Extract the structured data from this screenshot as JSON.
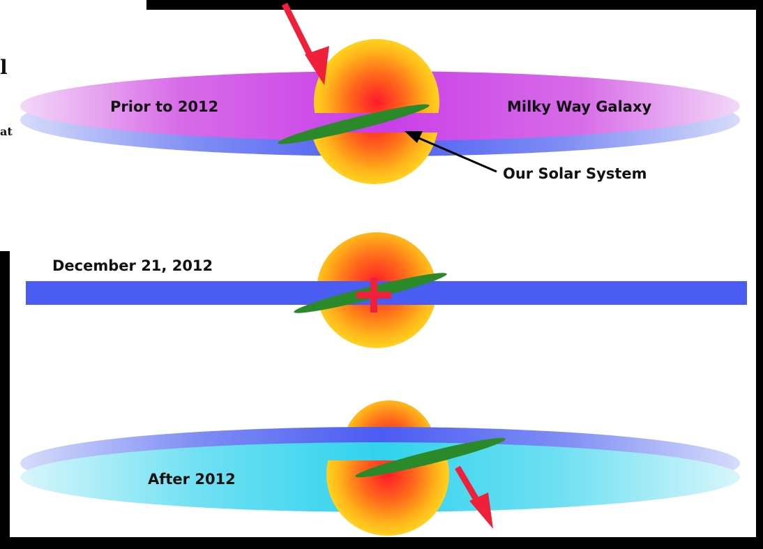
{
  "diagram": {
    "labels": {
      "prior": "Prior to 2012",
      "galaxy": "Milky Way Galaxy",
      "solar_system": "Our Solar System",
      "december": "December 21, 2012",
      "after": "After 2012"
    },
    "cropped_text_fragments": [
      "l",
      "at"
    ]
  },
  "colors": {
    "background": "#000000",
    "panel": "#ffffff",
    "galaxy_disk_top_before": "#cc44ee",
    "galaxy_disk_edge": "#4a5cf2",
    "galaxy_disk_top_after": "#35d6f0",
    "solar_plane": "#2a8a2a",
    "bulge_core": "#ff1a2a",
    "bulge_outer": "#ffd21f",
    "arrow_red": "#f0203a",
    "pointer_black": "#000000"
  }
}
